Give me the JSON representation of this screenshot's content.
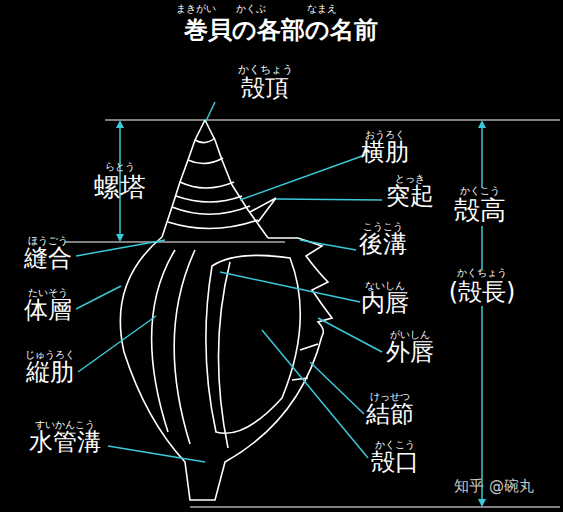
{
  "diagram": {
    "title": "巻貝の各部の名前",
    "labels": [
      "まきがい",
      "かくぶ",
      "なまえ",
      "かくちょう",
      "殻頂",
      "らとう",
      "螺塔",
      "ほうごう",
      "縫合",
      "たいそう",
      "体層",
      "じゅうろく",
      "縦肋",
      "すいかんこう",
      "水管溝",
      "おうろく",
      "横肋",
      "とっき",
      "突起",
      "こうこう",
      "後溝",
      "ないしん",
      "内唇",
      "かくこう",
      "殻高",
      "かくちょう",
      "(殻長)",
      "がいしん",
      "外唇",
      "けっせつ",
      "結節",
      "かくこう",
      "殻口",
      "知乎 @碗丸"
    ]
  }
}
